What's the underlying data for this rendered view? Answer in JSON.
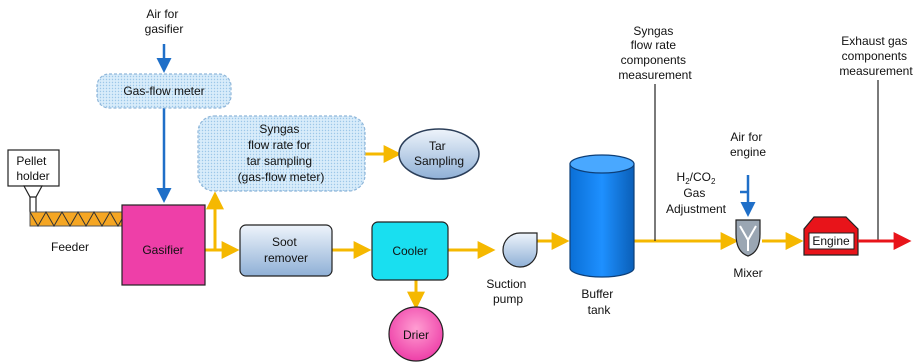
{
  "labels": {
    "air_for_gasifier": [
      "Air for",
      "gasifier"
    ],
    "gas_flow_meter": "Gas-flow meter",
    "syngas_flow_tar": [
      "Syngas",
      "flow rate for",
      "tar sampling",
      "(gas-flow meter)"
    ],
    "tar_sampling": [
      "Tar",
      "Sampling"
    ],
    "pellet_holder": [
      "Pellet",
      "holder"
    ],
    "feeder": "Feeder",
    "gasifier": "Gasifier",
    "soot_remover": [
      "Soot",
      "remover"
    ],
    "cooler": "Cooler",
    "drier": "Drier",
    "suction_pump": [
      "Suction",
      "pump"
    ],
    "buffer_tank": [
      "Buffer",
      "tank"
    ],
    "syngas_measure": [
      "Syngas",
      "flow rate",
      "components",
      "measurement"
    ],
    "h2_label": "H",
    "h2_sub": "2",
    "co2_label": "/CO",
    "co2_sub": "2",
    "gas_adjustment": [
      "Gas",
      "Adjustment"
    ],
    "air_for_engine": [
      "Air for",
      "engine"
    ],
    "mixer": "Mixer",
    "engine": "Engine",
    "exhaust_measure": [
      "Exhaust gas",
      "components",
      "measurement"
    ]
  },
  "colors": {
    "flow_line": "#f5b800",
    "air_line": "#1f6fc8",
    "exhaust_line": "#e8141a",
    "gasifier_fill": "#ee3fa8",
    "cooler_fill": "#19dff0",
    "dotted_fill": "#cfe6f7",
    "engine_fill": "#e8141a",
    "feeder_fill": "#f5a623"
  },
  "icons": {
    "suction_pump": "pump-icon",
    "buffer_tank": "cylinder-tank-icon",
    "mixer": "mixer-valve-icon",
    "feeder": "screw-feeder-icon",
    "pellet_holder": "hopper-icon",
    "engine": "engine-icon"
  }
}
